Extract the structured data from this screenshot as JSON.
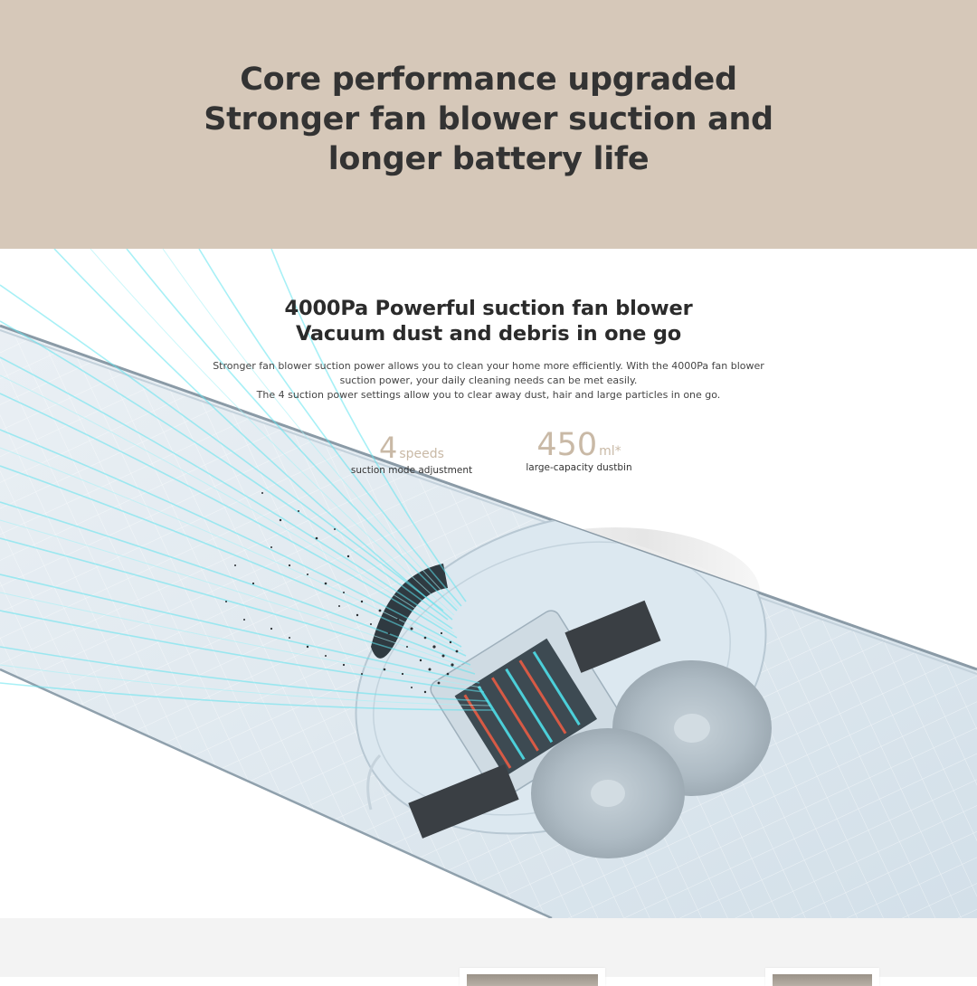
{
  "hero": {
    "background": "#d6c8b9",
    "title_lines": [
      "Core performance upgraded",
      "Stronger fan blower suction and",
      "longer battery life"
    ]
  },
  "feature": {
    "title_lines": [
      "4000Pa Powerful suction fan blower",
      "Vacuum dust and debris in one go"
    ],
    "description_lines": [
      "Stronger fan blower suction power allows you to clean your home more efficiently. With the 4000Pa fan blower",
      "suction power, your daily cleaning needs can be met easily.",
      "The 4 suction power settings allow you to clear away dust, hair and large particles in one go."
    ],
    "stats": [
      {
        "value": "4",
        "unit": "speeds",
        "label": "suction mode adjustment"
      },
      {
        "value": "450",
        "unit": "ml*",
        "label": "large-capacity dustbin"
      }
    ],
    "image_alt": "robot vacuum underside seen through glass with blue suction airflow lines and dust particles",
    "accent_color": "#c9b9a6",
    "airflow_color": "#5fe3ee"
  },
  "bottom": {
    "background": "#f3f3f3",
    "cards": [
      {
        "name": "card-1"
      },
      {
        "name": "card-2"
      }
    ]
  }
}
